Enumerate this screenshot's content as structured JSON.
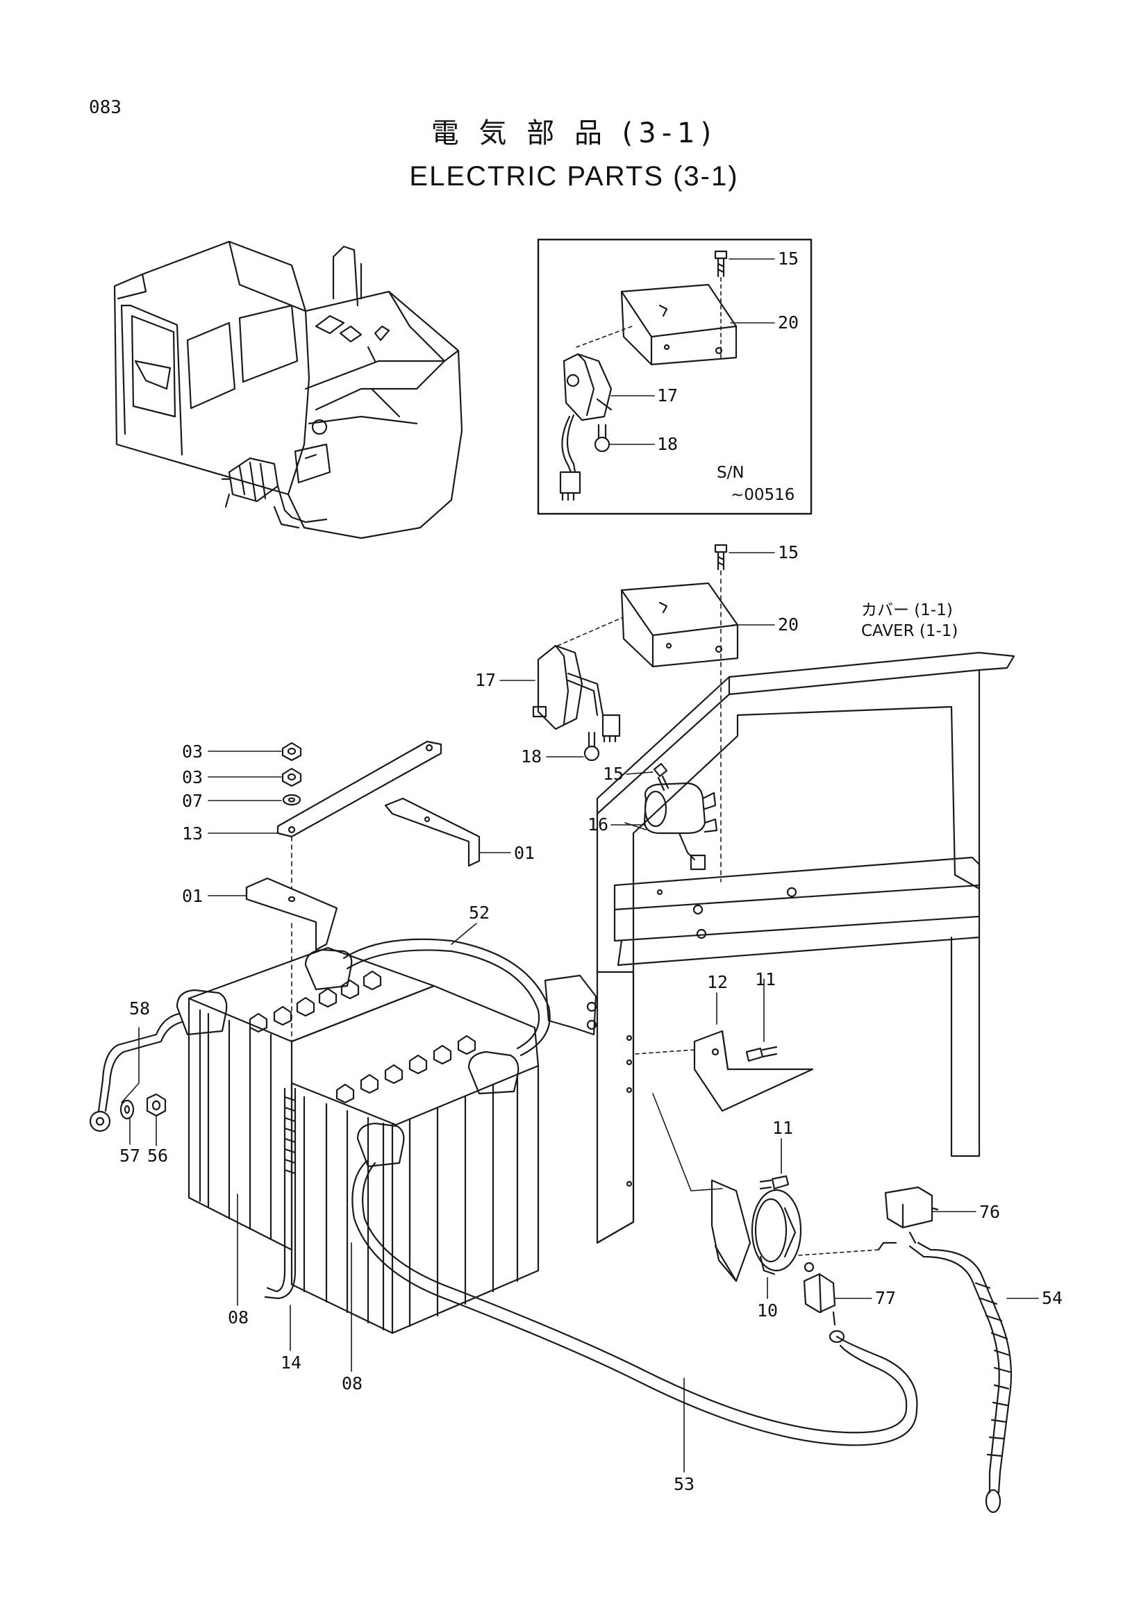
{
  "page_number": "083",
  "title_jp": "電 気 部 品 (3-1)",
  "title_en": "ELECTRIC PARTS (3-1)",
  "inset": {
    "serial_label": "S/N",
    "serial_range": "~00516",
    "callouts": {
      "bolt": "15",
      "bracket": "20",
      "relay": "17",
      "screw": "18"
    }
  },
  "cover_reference": {
    "jp": "カバー (1-1)",
    "en": "CAVER (1-1)"
  },
  "callouts": {
    "bolt_top": "15",
    "bracket_top": "20",
    "relay": "17",
    "relay_screw": "18",
    "bolt_mid": "15",
    "battery_relay": "16",
    "bracket_horn": "12",
    "bolt_horn_bracket": "11",
    "bolt_horn": "11",
    "horn": "10",
    "connector_upper": "76",
    "connector_lower": "77",
    "ground_cable": "54",
    "battery_cable_long": "53",
    "battery_link_cable": "52",
    "battery_cable_short": "58",
    "washer_terminal": "57",
    "nut_terminal": "56",
    "nut_1": "03",
    "nut_2": "03",
    "washer": "07",
    "battery_holder": "13",
    "pad_right": "01",
    "pad_left": "01",
    "hold_down_rod": "14",
    "battery_left": "08",
    "battery_right": "08"
  }
}
